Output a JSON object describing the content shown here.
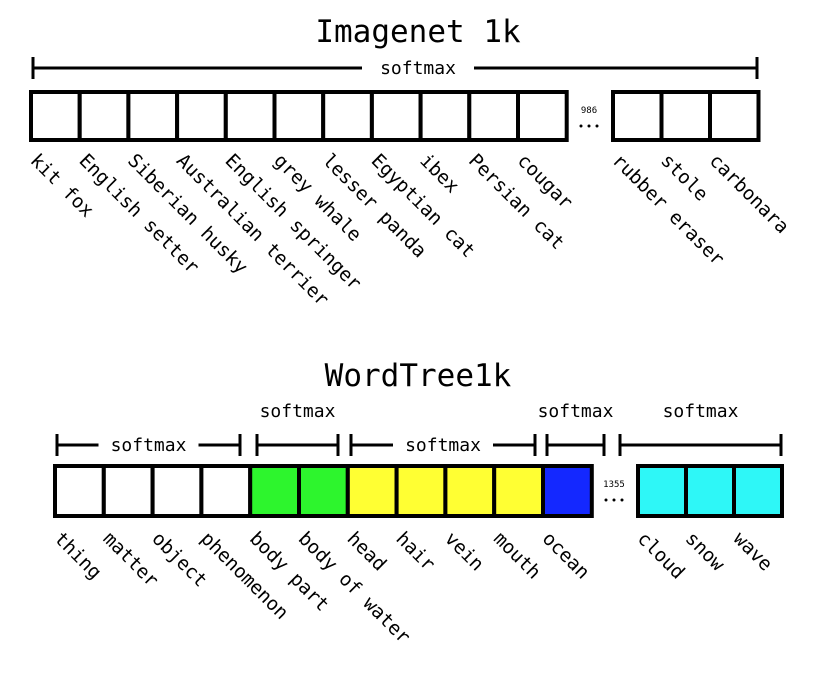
{
  "imagenet": {
    "title": "Imagenet 1k",
    "softmax_label": "softmax",
    "gap_count": "986",
    "left_classes": [
      "kit fox",
      "English setter",
      "Siberian husky",
      "Australian terrier",
      "English springer",
      "grey whale",
      "lesser panda",
      "Egyptian cat",
      "ibex",
      "Persian cat",
      "cougar"
    ],
    "right_classes": [
      "rubber eraser",
      "stole",
      "carbonara"
    ]
  },
  "wordtree": {
    "title": "WordTree1k",
    "gap_count": "1355",
    "left_classes": [
      {
        "name": "thing",
        "color": "#ffffff"
      },
      {
        "name": "matter",
        "color": "#ffffff"
      },
      {
        "name": "object",
        "color": "#ffffff"
      },
      {
        "name": "phenomenon",
        "color": "#ffffff"
      },
      {
        "name": "body part",
        "color": "#2df52d"
      },
      {
        "name": "body of water",
        "color": "#2df52d"
      },
      {
        "name": "head",
        "color": "#ffff33"
      },
      {
        "name": "hair",
        "color": "#ffff33"
      },
      {
        "name": "vein",
        "color": "#ffff33"
      },
      {
        "name": "mouth",
        "color": "#ffff33"
      },
      {
        "name": "ocean",
        "color": "#1428ff"
      }
    ],
    "right_classes": [
      {
        "name": "cloud",
        "color": "#2ef7f7"
      },
      {
        "name": "snow",
        "color": "#2ef7f7"
      },
      {
        "name": "wave",
        "color": "#2ef7f7"
      }
    ],
    "softmax_groups": [
      {
        "label": "softmax",
        "position": "inline"
      },
      {
        "label": "softmax",
        "position": "above"
      },
      {
        "label": "softmax",
        "position": "inline"
      },
      {
        "label": "softmax",
        "position": "above"
      },
      {
        "label": "softmax",
        "position": "above"
      }
    ]
  }
}
